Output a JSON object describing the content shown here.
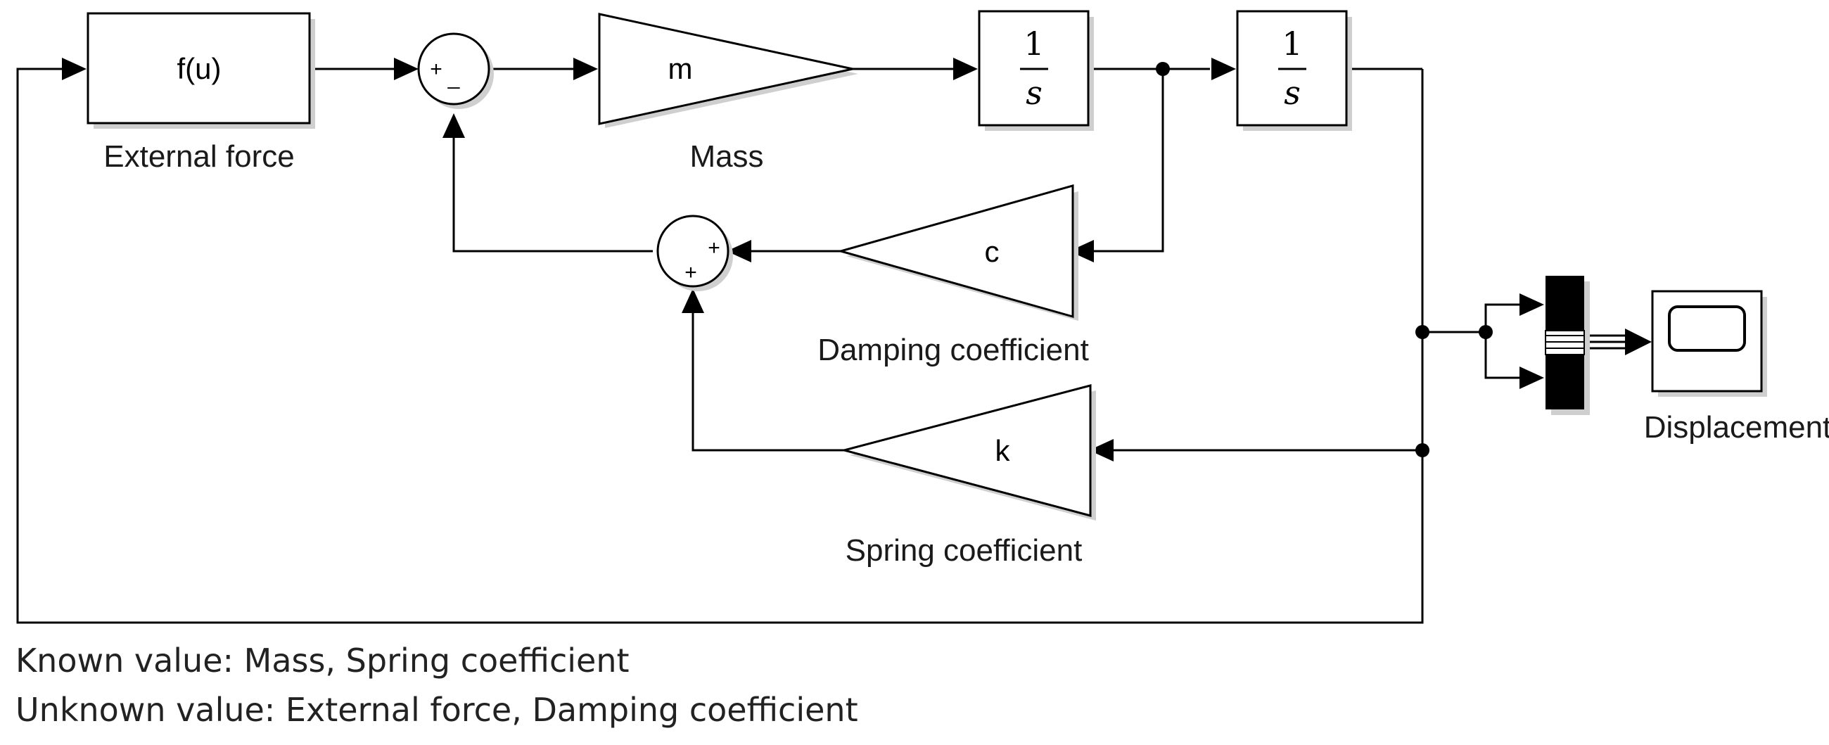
{
  "blocks": {
    "external_force": {
      "content": "f(u)",
      "label": "External force"
    },
    "mass": {
      "content": "m",
      "label": "Mass"
    },
    "integrator_1": {
      "numerator": "1",
      "denominator": "s"
    },
    "integrator_2": {
      "numerator": "1",
      "denominator": "s"
    },
    "damping": {
      "content": "c",
      "label": "Damping coefficient"
    },
    "spring": {
      "content": "k",
      "label": "Spring coefficient"
    },
    "scope": {
      "label": "Displacement"
    }
  },
  "sums": {
    "main": {
      "signs_top": "+",
      "signs_bottom": "_"
    },
    "feedback": {
      "signs_top": "+",
      "signs_bottom": "+"
    }
  },
  "notes": {
    "known": "Known value: Mass, Spring coefficient",
    "unknown": "Unknown value: External force, Damping coefficient"
  }
}
